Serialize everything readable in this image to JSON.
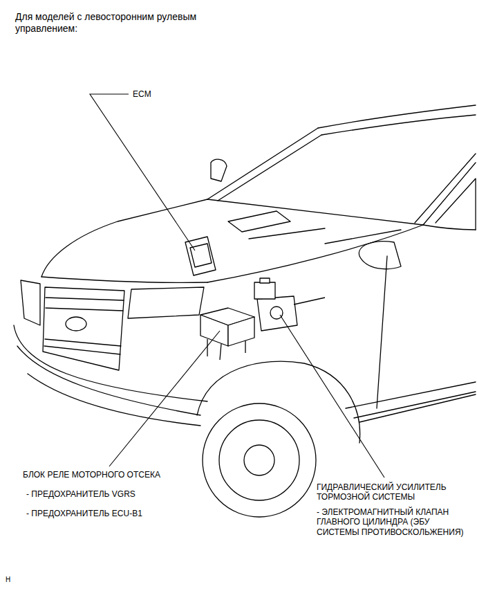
{
  "diagram": {
    "title": "Для моделей с левосторонним рулевым управлением:",
    "labels": [
      "ECM",
      "БЛОК РЕЛЕ МОТОРНОГО ОТСЕКА",
      "- ПРЕДОХРАНИТЕЛЬ VGRS",
      "- ПРЕДОХРАНИТЕЛЬ ECU-B1",
      "ГИДРАВЛИЧЕСКИЙ УСИЛИТЕЛЬ ТОРМОЗНОЙ СИСТЕМЫ",
      "- ЭЛЕКТРОМАГНИТНЫЙ КЛАПАН ГЛАВНОГО ЦИЛИНДРА (ЭБУ СИСТЕМЫ ПРОТИВОСКОЛЬЖЕНИЯ)",
      "H"
    ]
  }
}
